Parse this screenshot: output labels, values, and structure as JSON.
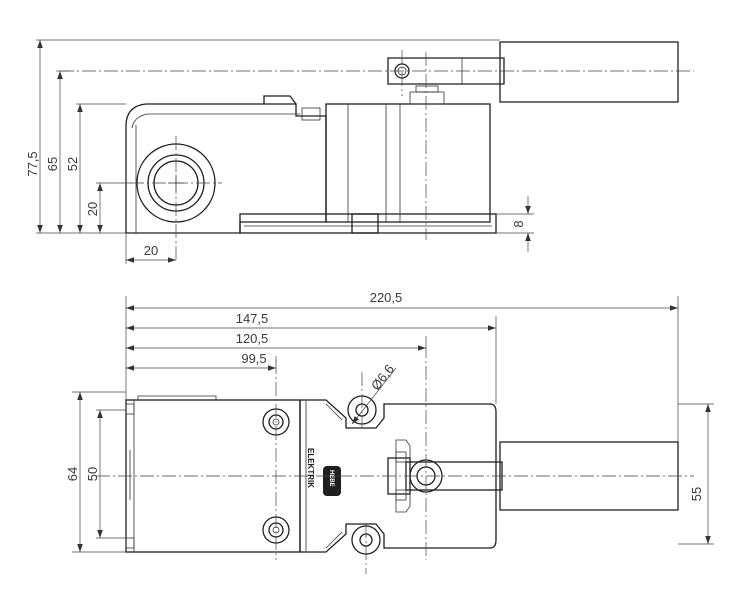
{
  "side_view": {
    "dimensions": {
      "height_total": "77,5",
      "height_lever_axis": "65",
      "height_body": "52",
      "height_conduit": "20",
      "width_conduit": "20",
      "base_height": "8"
    }
  },
  "top_view": {
    "dimensions": {
      "length_total": "220,5",
      "length_body": "147,5",
      "length_roller_axis": "120,5",
      "length_mounting_holes": "99,5",
      "hole_diameter": "Ø6,6",
      "width_body": "64",
      "width_holes": "50",
      "width_roller": "55"
    },
    "brand_label": "ELEKTRIK",
    "logo_text": "HEBE"
  }
}
